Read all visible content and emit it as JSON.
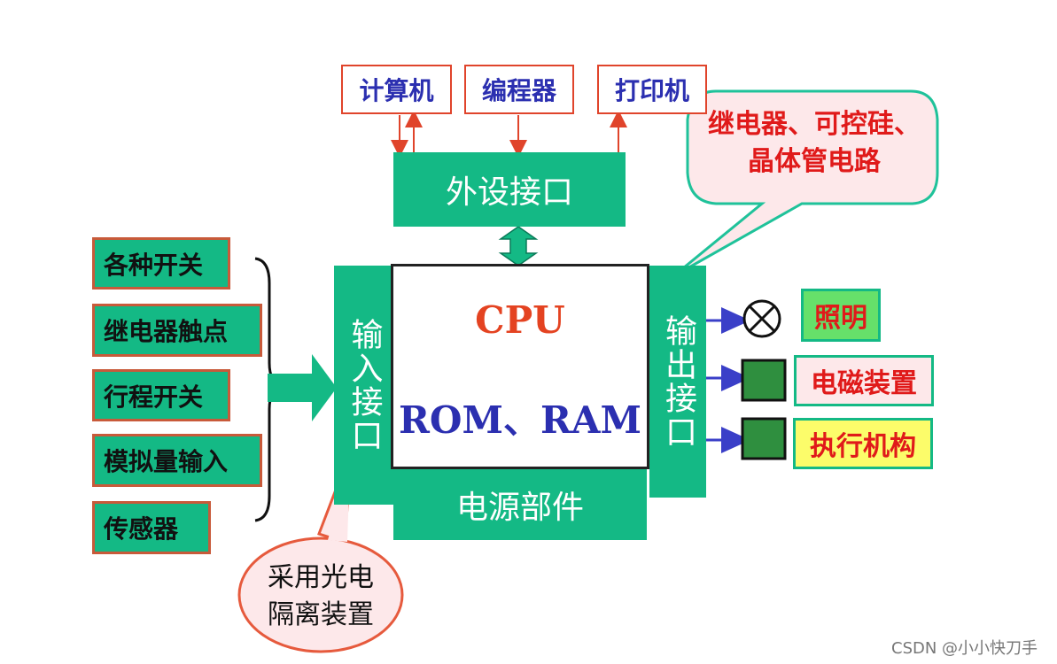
{
  "top_devices": [
    {
      "label": "计算机"
    },
    {
      "label": "编程器"
    },
    {
      "label": "打印机"
    }
  ],
  "peripheral_interface": "外设接口",
  "left_inputs": [
    {
      "label": "各种开关"
    },
    {
      "label": "继电器触点"
    },
    {
      "label": "行程开关"
    },
    {
      "label": "模拟量输入"
    },
    {
      "label": "传感器"
    }
  ],
  "input_interface": "输入接口",
  "cpu": {
    "title": "CPU",
    "memory": "ROM、RAM"
  },
  "power": "电源部件",
  "output_interface": "输出接口",
  "outputs": [
    {
      "label": "照明"
    },
    {
      "label": "电磁装置"
    },
    {
      "label": "执行机构"
    }
  ],
  "callout_output": {
    "line1": "继电器、可控硅、",
    "line2": "晶体管电路"
  },
  "callout_input": {
    "line1": "采用光电",
    "line2": "隔离装置"
  },
  "watermark": "CSDN @小小快刀手",
  "colors": {
    "module_green": "#14b985",
    "border_red": "#e0442b",
    "text_blue": "#2b2fb0",
    "text_red": "#e01a1a",
    "arrow_red": "#e0442b",
    "arrow_blue": "#3a3fc8",
    "callout_fill": "#fde8ea",
    "callout_stroke_green": "#1fc29a",
    "callout_stroke_red": "#e65a3d"
  }
}
